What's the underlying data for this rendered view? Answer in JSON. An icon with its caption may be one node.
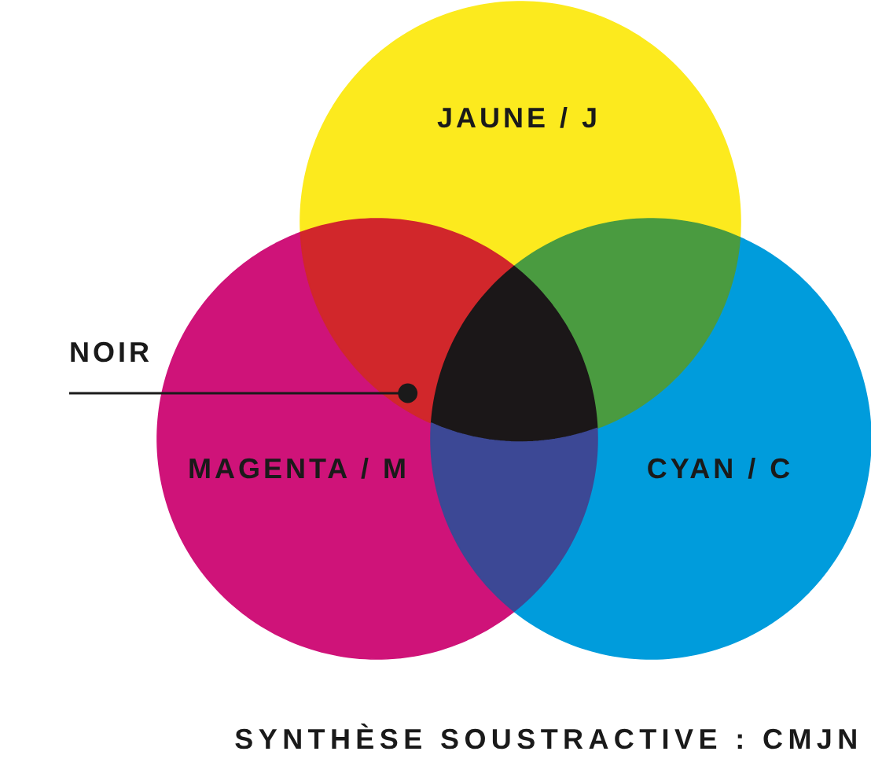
{
  "diagram": {
    "caption": "SYNTHÈSE SOUSTRACTIVE : CMJN",
    "nodes": [
      {
        "text": [
          "JAUNE / J"
        ]
      },
      {
        "text": [
          "NOIR"
        ]
      },
      {
        "text": [
          "MAGENTA / M"
        ]
      },
      {
        "text": [
          "CYAN / C"
        ]
      },
      {
        "text": [],
        "shape": "triangle"
      },
      {
        "text": [],
        "shape": "triangle"
      },
      {
        "text": [],
        "shape": "triangle"
      },
      {
        "text": [],
        "shape": "triangle"
      }
    ],
    "edges": [
      {
        "from": 1,
        "to": 6,
        "arrow": "other"
      }
    ]
  }
}
